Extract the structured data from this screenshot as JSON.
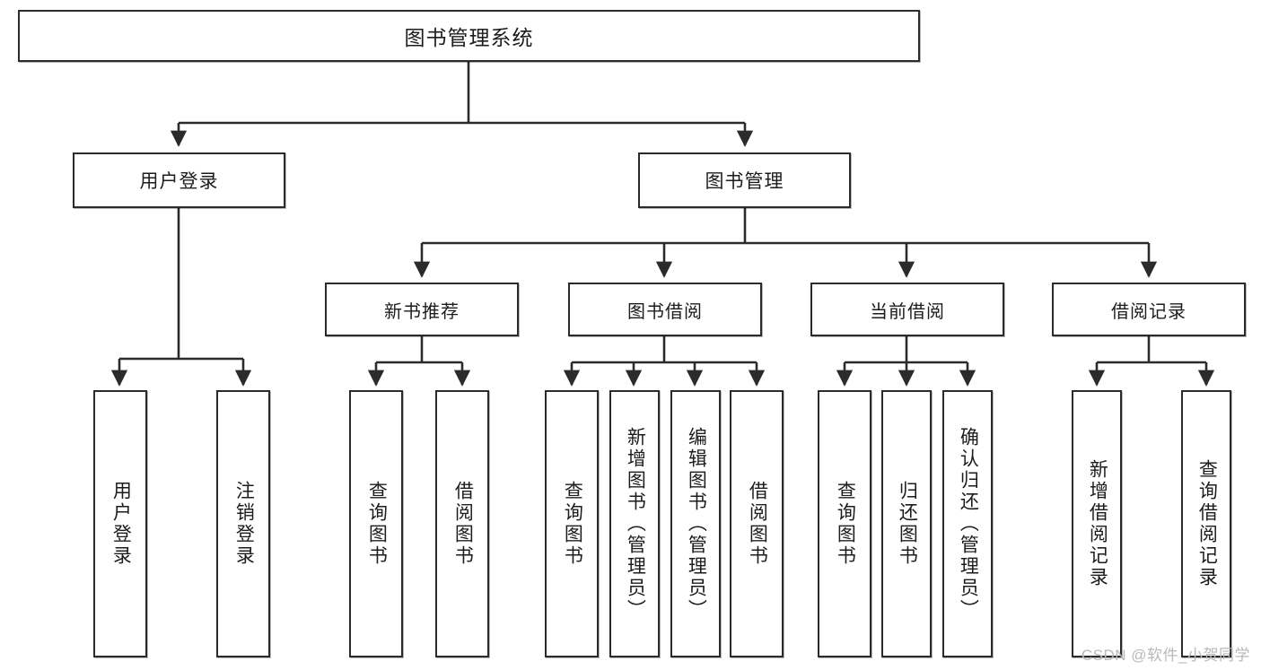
{
  "diagram": {
    "title": "图书管理系统",
    "root": {
      "label": "图书管理系统"
    },
    "level2": [
      {
        "label": "用户登录"
      },
      {
        "label": "图书管理"
      }
    ],
    "level3": [
      {
        "label": "新书推荐"
      },
      {
        "label": "图书借阅"
      },
      {
        "label": "当前借阅"
      },
      {
        "label": "借阅记录"
      }
    ],
    "leaves": [
      {
        "label": "用户登录"
      },
      {
        "label": "注销登录"
      },
      {
        "label": "查询图书"
      },
      {
        "label": "借阅图书"
      },
      {
        "label": "查询图书"
      },
      {
        "label": "新增图书（管理员）"
      },
      {
        "label": "编辑图书（管理员）"
      },
      {
        "label": "借阅图书"
      },
      {
        "label": "查询图书"
      },
      {
        "label": "归还图书"
      },
      {
        "label": "确认归还（管理员）"
      },
      {
        "label": "新增借阅记录"
      },
      {
        "label": "查询借阅记录"
      }
    ]
  },
  "watermark": {
    "text": "CSDN @软件_小贺同学"
  },
  "colors": {
    "stroke": "#2b2b2b",
    "fill": "#ffffff",
    "text": "#1c1c1c",
    "watermark": "#b9b9b9"
  }
}
